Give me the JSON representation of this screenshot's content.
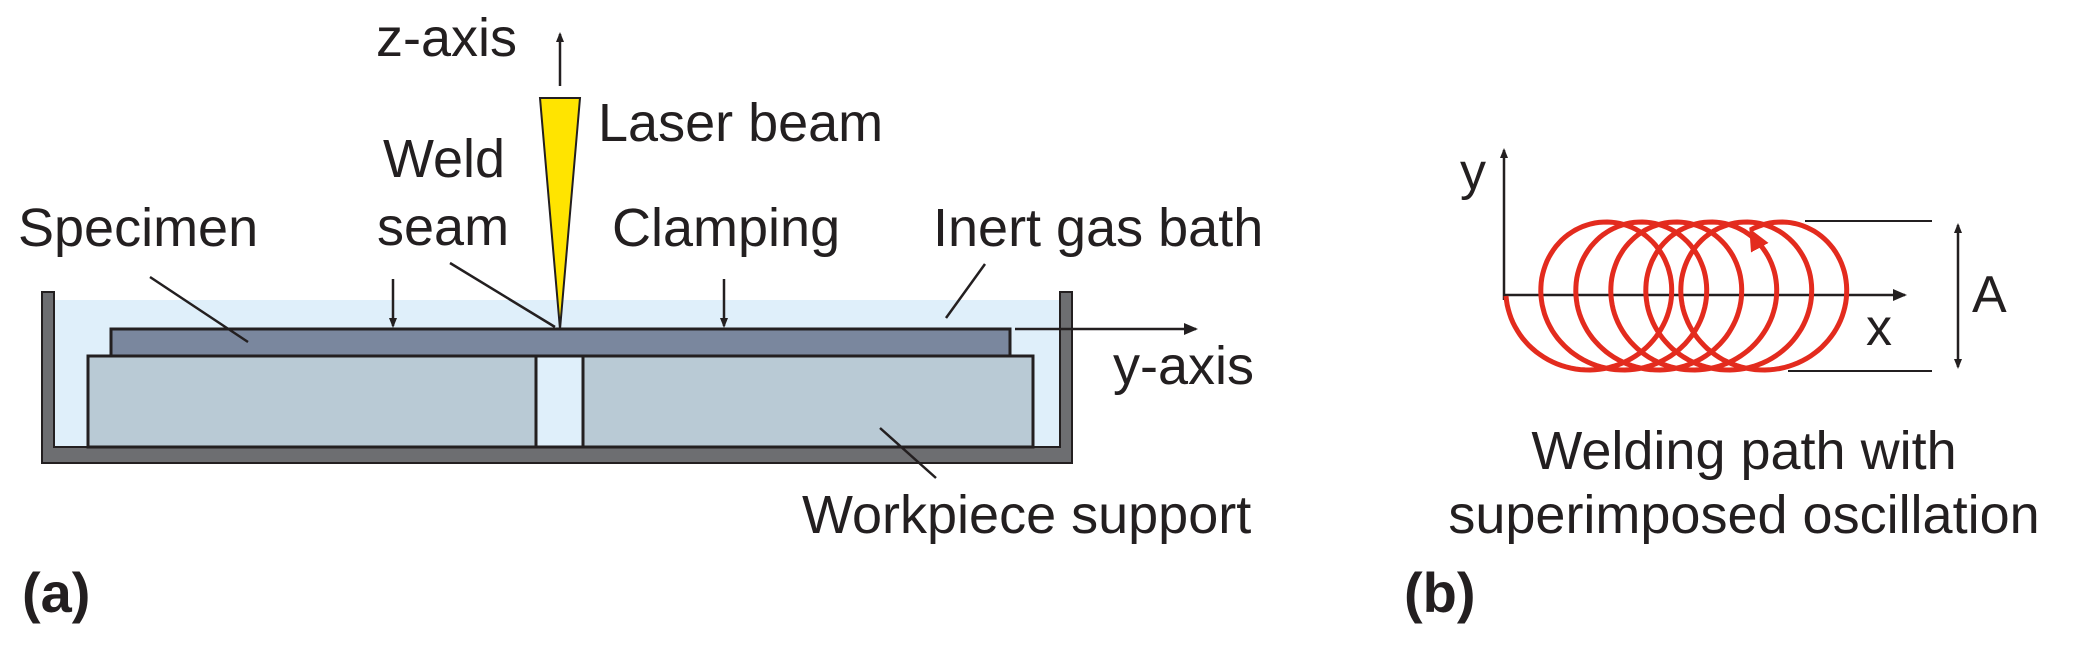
{
  "panel_a": {
    "panel_label": "(a)",
    "labels": {
      "z_axis": "z-axis",
      "laser_beam": "Laser beam",
      "weld_line1": "Weld",
      "weld_line2": "seam",
      "specimen": "Specimen",
      "clamping": "Clamping",
      "inert_gas_bath": "Inert gas bath",
      "y_axis": "y-axis",
      "workpiece_support": "Workpiece support"
    }
  },
  "panel_b": {
    "panel_label": "(b)",
    "labels": {
      "y": "y",
      "x": "x",
      "amplitude": "A",
      "caption_line1": "Welding path with",
      "caption_line2": "superimposed oscillation"
    },
    "oscillation_loops": 6
  },
  "colors": {
    "outline": "#231f20",
    "gas_bath": "#dfeffa",
    "specimen": "#7a879e",
    "support": "#b9cad5",
    "laser": "#ffe400",
    "path": "#e32b1e"
  }
}
